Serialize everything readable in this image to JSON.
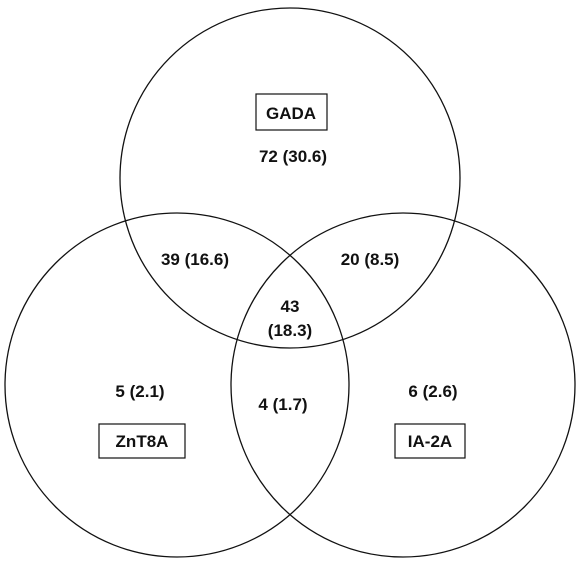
{
  "sets": {
    "gada": "GADA",
    "znt8a": "ZnT8A",
    "ia2a": "IA-2A"
  },
  "regions": {
    "gada_only": "72 (30.6)",
    "gada_znt8a": "39 (16.6)",
    "gada_ia2a": "20 (8.5)",
    "all_three_count": "43",
    "all_three_pct": "(18.3)",
    "znt8a_only": "5 (2.1)",
    "znt8a_ia2a": "4 (1.7)",
    "ia2a_only": "6 (2.6)"
  }
}
